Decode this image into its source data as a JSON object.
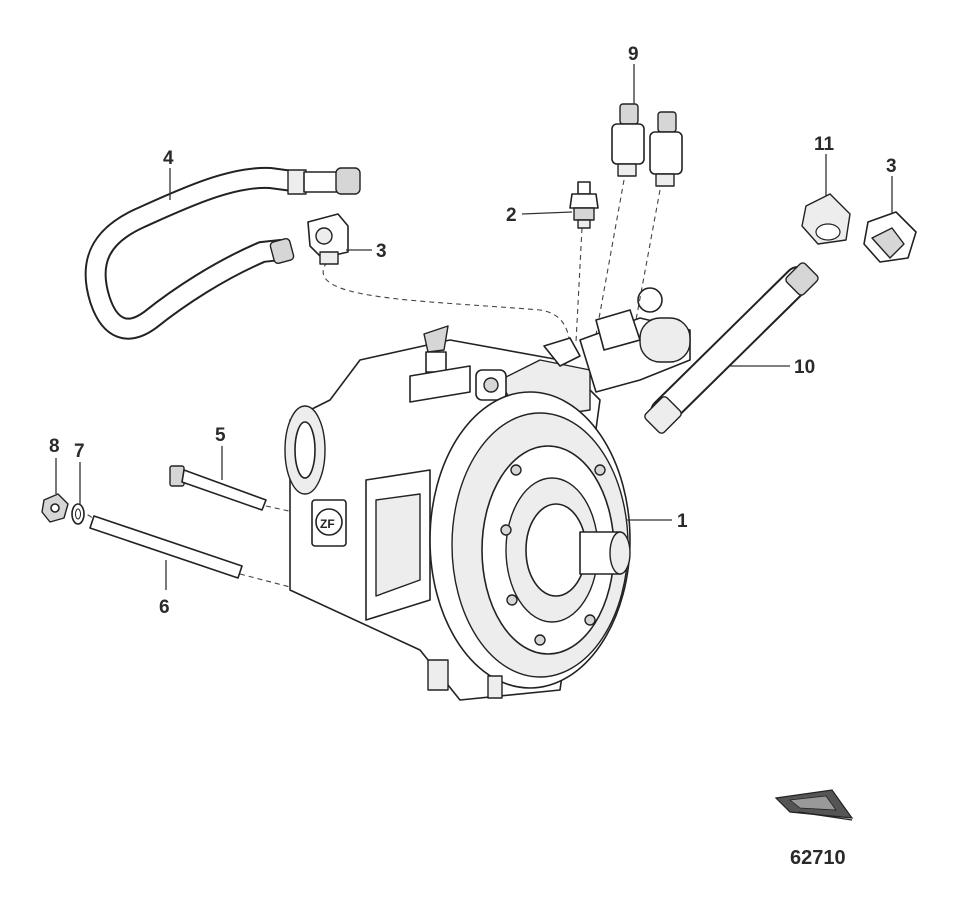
{
  "figure_id": "62710",
  "callouts": [
    {
      "id": "c1",
      "label": "1"
    },
    {
      "id": "c2",
      "label": "2"
    },
    {
      "id": "c3a",
      "label": "3"
    },
    {
      "id": "c3b",
      "label": "3"
    },
    {
      "id": "c4",
      "label": "4"
    },
    {
      "id": "c5",
      "label": "5"
    },
    {
      "id": "c6",
      "label": "6"
    },
    {
      "id": "c7",
      "label": "7"
    },
    {
      "id": "c8",
      "label": "8"
    },
    {
      "id": "c9",
      "label": "9"
    },
    {
      "id": "c10",
      "label": "10"
    },
    {
      "id": "c11",
      "label": "11"
    }
  ],
  "icons": [
    "boat-icon"
  ]
}
